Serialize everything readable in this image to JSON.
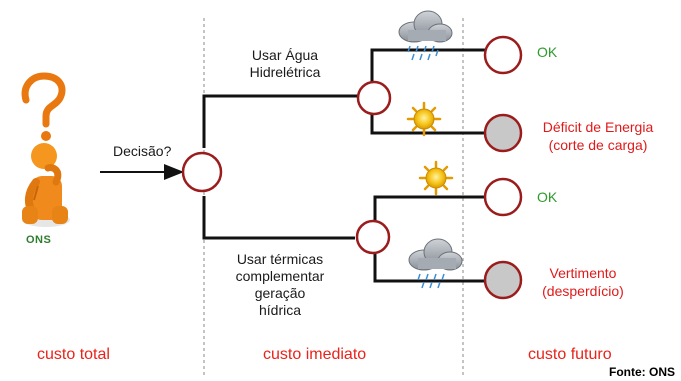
{
  "decision": {
    "label": "Decisão?"
  },
  "branches": {
    "hydro": {
      "label_lines": [
        "Usar Água",
        "Hidrelétrica"
      ]
    },
    "thermal": {
      "label_lines": [
        "Usar térmicas",
        "complementar",
        "geração",
        "hídrica"
      ]
    }
  },
  "outcomes": [
    {
      "lines": [
        "OK"
      ],
      "status": "ok",
      "weather": "rain-cloud-icon"
    },
    {
      "lines": [
        "Déficit de Energia",
        "(corte de carga)"
      ],
      "status": "bad",
      "weather": "sun-icon"
    },
    {
      "lines": [
        "OK"
      ],
      "status": "ok",
      "weather": "sun-icon"
    },
    {
      "lines": [
        "Vertimento",
        "(desperdício)"
      ],
      "status": "bad",
      "weather": "rain-cloud-icon"
    }
  ],
  "sections": {
    "total": "custo total",
    "immediate": "custo imediato",
    "future": "custo futuro"
  },
  "logo": {
    "text": "ONS"
  },
  "source": "Fonte: ONS",
  "colors": {
    "ok_text": "#2e9a2e",
    "bad_text": "#e01a1a",
    "node_stroke": "#9b1c1c",
    "bad_fill": "#c8c8c8",
    "figure": "#f08a1c"
  }
}
